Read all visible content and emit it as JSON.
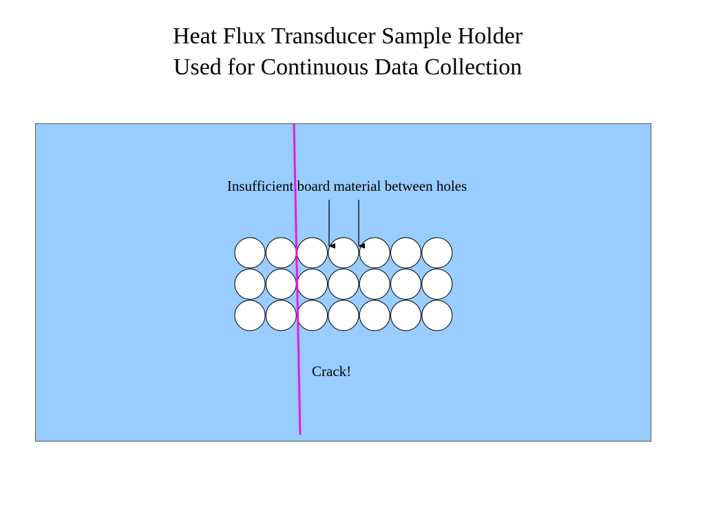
{
  "title": {
    "line1": "Heat Flux Transducer Sample Holder",
    "line2": "Used for Continuous Data Collection"
  },
  "diagram": {
    "board_color": "#99ccff",
    "board_border_color": "#555555",
    "crack_color": "#e619e6",
    "hole_fill": "#ffffff",
    "hole_stroke": "#000000",
    "hole_rows": 3,
    "hole_columns": 7,
    "annotation_label": "Insufficient board material between holes",
    "crack_label": "Crack!"
  }
}
